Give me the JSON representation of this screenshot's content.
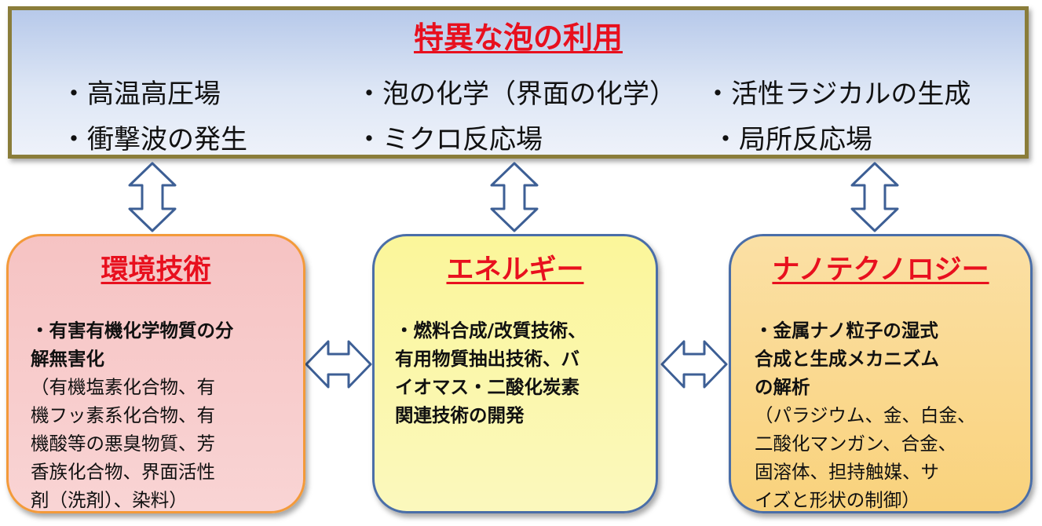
{
  "top": {
    "title": "特異な泡の利用",
    "items": [
      "・高温高圧場",
      "・泡の化学（界面の化学）",
      "・活性ラジカルの生成",
      "・衝撃波の発生",
      "・ミクロ反応場",
      "・局所反応場"
    ]
  },
  "cards": {
    "env": {
      "title": "環境技術",
      "lines": [
        "・有害有機化学物質の分",
        "解無害化",
        "（有機塩素化合物、有",
        "機フッ素系化合物、有",
        "機酸等の悪臭物質、芳",
        "香族化合物、界面活性",
        "剤（洗剤）、染料）"
      ]
    },
    "energy": {
      "title": "エネルギー",
      "lines": [
        "・燃料合成/改質技術、",
        "有用物質抽出技術、バ",
        "イオマス・二酸化炭素",
        "関連技術の開発"
      ]
    },
    "nano": {
      "title": "ナノテクノロジー",
      "lines": [
        "・金属ナノ粒子の湿式",
        "合成と生成メカニズム",
        "の解析",
        "（パラジウム、金、白金、",
        "二酸化マンガン、合金、",
        "固溶体、担持触媒、サ",
        "イズと形状の制御）"
      ]
    }
  },
  "colors": {
    "title_red": "#e8101e",
    "arrow_stroke": "#3d5f95"
  }
}
